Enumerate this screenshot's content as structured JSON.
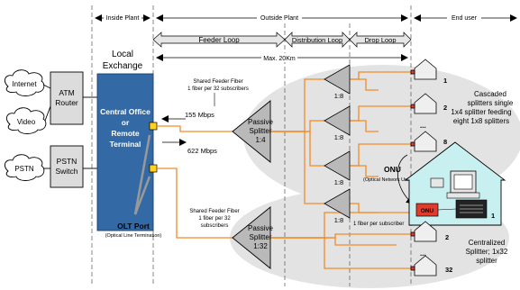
{
  "colors": {
    "fiber": "#f28c28",
    "office_fill": "#336aa6",
    "office_text": "#ffffff",
    "box_fill": "#dcdcdc",
    "splitter_fill": "#b9b9b9",
    "ellipse_fill": "#e3e3e3",
    "olt_port": "#ffd21f",
    "onu_red": "#e23b2b",
    "house_fill": "#c9f0f0",
    "home_icon_fill": "#e6e6e6"
  },
  "zones": {
    "inside_plant": "Inside Plant",
    "outside_plant": "Outside Plant",
    "end_user": "End user"
  },
  "loops": {
    "feeder": "Feeder Loop",
    "distribution": "Distribution Loop",
    "drop": "Drop Loop"
  },
  "distance": "Max. 20Km",
  "clouds": {
    "internet": "Internet",
    "video": "Video",
    "pstn": "PSTN"
  },
  "switches": {
    "atm": [
      "ATM",
      "Router"
    ],
    "pstn": [
      "PSTN",
      "Switch"
    ]
  },
  "local_exchange": [
    "Local",
    "Exchange"
  ],
  "office": [
    "Central Office",
    "or",
    "Remote",
    "Terminal"
  ],
  "olt": {
    "title": "OLT Port",
    "subtitle": "(Optical Line Termination)"
  },
  "rates": {
    "up": "155 Mbps",
    "down": "622 Mbps"
  },
  "top_feeder": [
    "Shared Feeder Fiber",
    "1 fiber per 32 subscribers"
  ],
  "bottom_feeder": [
    "Shared Feeder Fiber",
    "1 fiber per 32",
    "subscribers"
  ],
  "splitter_cascade": {
    "label": [
      "Passive",
      "Splitter"
    ],
    "ratio": "1:4"
  },
  "splitter_central": {
    "label": [
      "Passive",
      "Splitter"
    ],
    "ratio": "1:32"
  },
  "small_splitters": [
    "1:8",
    "1:8",
    "1:8",
    "1:8"
  ],
  "house_numbers_top": [
    "1",
    "2",
    "...",
    "8"
  ],
  "house_numbers_bottom": [
    "1",
    "2",
    "...",
    "32"
  ],
  "onu": {
    "title": "ONU",
    "subtitle": "(Optical Network Unit)",
    "box": "ONU"
  },
  "per_subscriber": "1 fiber per subscriber",
  "cascaded_desc": [
    "Cascaded",
    "splitters single",
    "1x4 splitter feeding",
    "eight 1x8 splitters"
  ],
  "centralized_desc": [
    "Centralized",
    "Splitter; 1x32",
    "splitter"
  ]
}
